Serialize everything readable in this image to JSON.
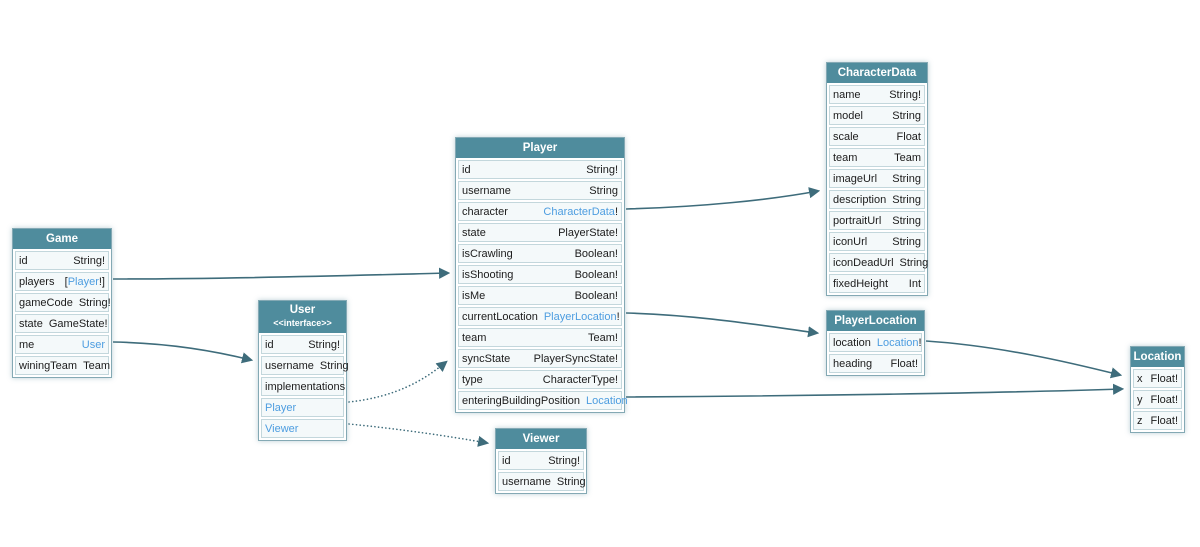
{
  "theme": {
    "background": "#ffffff",
    "header_bg": "#4f8c9d",
    "header_text": "#ffffff",
    "row_bg": "#f4f9fa",
    "row_border": "#c3d7dc",
    "table_border": "#84a9b4",
    "text_color": "#1c1c1c",
    "link_color": "#4d9de0",
    "arrow_color": "#3e6c7b"
  },
  "diagram": {
    "tables": [
      {
        "key": "game",
        "title": "Game",
        "subtitle": "",
        "fields": [
          {
            "name": "id",
            "type_parts": [
              {
                "text": "String!"
              }
            ]
          },
          {
            "name": "players",
            "type_parts": [
              {
                "text": "["
              },
              {
                "text": "Player",
                "link": true
              },
              {
                "text": "!]"
              }
            ]
          },
          {
            "name": "gameCode",
            "type_parts": [
              {
                "text": "String!"
              }
            ]
          },
          {
            "name": "state",
            "type_parts": [
              {
                "text": "GameState!"
              }
            ]
          },
          {
            "name": "me",
            "type_parts": [
              {
                "text": "User",
                "link": true
              }
            ]
          },
          {
            "name": "winingTeam",
            "type_parts": [
              {
                "text": "Team"
              }
            ]
          }
        ]
      },
      {
        "key": "user",
        "title": "User",
        "subtitle": "<<interface>>",
        "fields": [
          {
            "name": "id",
            "type_parts": [
              {
                "text": "String!"
              }
            ]
          },
          {
            "name": "username",
            "type_parts": [
              {
                "text": "String"
              }
            ]
          },
          {
            "name": "implementations",
            "type_parts": []
          },
          {
            "name": "Player",
            "name_link": true,
            "type_parts": []
          },
          {
            "name": "Viewer",
            "name_link": true,
            "type_parts": []
          }
        ]
      },
      {
        "key": "player",
        "title": "Player",
        "subtitle": "",
        "fields": [
          {
            "name": "id",
            "type_parts": [
              {
                "text": "String!"
              }
            ]
          },
          {
            "name": "username",
            "type_parts": [
              {
                "text": "String"
              }
            ]
          },
          {
            "name": "character",
            "type_parts": [
              {
                "text": "CharacterData",
                "link": true
              },
              {
                "text": "!"
              }
            ]
          },
          {
            "name": "state",
            "type_parts": [
              {
                "text": "PlayerState!"
              }
            ]
          },
          {
            "name": "isCrawling",
            "type_parts": [
              {
                "text": "Boolean!"
              }
            ]
          },
          {
            "name": "isShooting",
            "type_parts": [
              {
                "text": "Boolean!"
              }
            ]
          },
          {
            "name": "isMe",
            "type_parts": [
              {
                "text": "Boolean!"
              }
            ]
          },
          {
            "name": "currentLocation",
            "type_parts": [
              {
                "text": "PlayerLocation",
                "link": true
              },
              {
                "text": "!"
              }
            ]
          },
          {
            "name": "team",
            "type_parts": [
              {
                "text": "Team!"
              }
            ]
          },
          {
            "name": "syncState",
            "type_parts": [
              {
                "text": "PlayerSyncState!"
              }
            ]
          },
          {
            "name": "type",
            "type_parts": [
              {
                "text": "CharacterType!"
              }
            ]
          },
          {
            "name": "enteringBuildingPosition",
            "type_parts": [
              {
                "text": "Location",
                "link": true
              }
            ]
          }
        ]
      },
      {
        "key": "viewer",
        "title": "Viewer",
        "subtitle": "",
        "fields": [
          {
            "name": "id",
            "type_parts": [
              {
                "text": "String!"
              }
            ]
          },
          {
            "name": "username",
            "type_parts": [
              {
                "text": "String"
              }
            ]
          }
        ]
      },
      {
        "key": "characterdata",
        "title": "CharacterData",
        "subtitle": "",
        "fields": [
          {
            "name": "name",
            "type_parts": [
              {
                "text": "String!"
              }
            ]
          },
          {
            "name": "model",
            "type_parts": [
              {
                "text": "String"
              }
            ]
          },
          {
            "name": "scale",
            "type_parts": [
              {
                "text": "Float"
              }
            ]
          },
          {
            "name": "team",
            "type_parts": [
              {
                "text": "Team"
              }
            ]
          },
          {
            "name": "imageUrl",
            "type_parts": [
              {
                "text": "String"
              }
            ]
          },
          {
            "name": "description",
            "type_parts": [
              {
                "text": "String"
              }
            ]
          },
          {
            "name": "portraitUrl",
            "type_parts": [
              {
                "text": "String"
              }
            ]
          },
          {
            "name": "iconUrl",
            "type_parts": [
              {
                "text": "String"
              }
            ]
          },
          {
            "name": "iconDeadUrl",
            "type_parts": [
              {
                "text": "String"
              }
            ]
          },
          {
            "name": "fixedHeight",
            "type_parts": [
              {
                "text": "Int"
              }
            ]
          }
        ]
      },
      {
        "key": "playerlocation",
        "title": "PlayerLocation",
        "subtitle": "",
        "fields": [
          {
            "name": "location",
            "type_parts": [
              {
                "text": "Location",
                "link": true
              },
              {
                "text": "!"
              }
            ]
          },
          {
            "name": "heading",
            "type_parts": [
              {
                "text": "Float!"
              }
            ]
          }
        ]
      },
      {
        "key": "location",
        "title": "Location",
        "subtitle": "",
        "fields": [
          {
            "name": "x",
            "type_parts": [
              {
                "text": "Float!"
              }
            ]
          },
          {
            "name": "y",
            "type_parts": [
              {
                "text": "Float!"
              }
            ]
          },
          {
            "name": "z",
            "type_parts": [
              {
                "text": "Float!"
              }
            ]
          }
        ]
      }
    ],
    "edges": [
      {
        "from": "Game.players",
        "to": "Player",
        "style": "solid"
      },
      {
        "from": "Game.me",
        "to": "User",
        "style": "solid"
      },
      {
        "from": "Player.character",
        "to": "CharacterData",
        "style": "solid"
      },
      {
        "from": "Player.currentLocation",
        "to": "PlayerLocation",
        "style": "solid"
      },
      {
        "from": "Player.enteringBuildingPosition",
        "to": "Location",
        "style": "solid"
      },
      {
        "from": "PlayerLocation.location",
        "to": "Location",
        "style": "solid"
      },
      {
        "from": "User.Player",
        "to": "Player",
        "style": "dotted"
      },
      {
        "from": "User.Viewer",
        "to": "Viewer",
        "style": "dotted"
      }
    ]
  }
}
